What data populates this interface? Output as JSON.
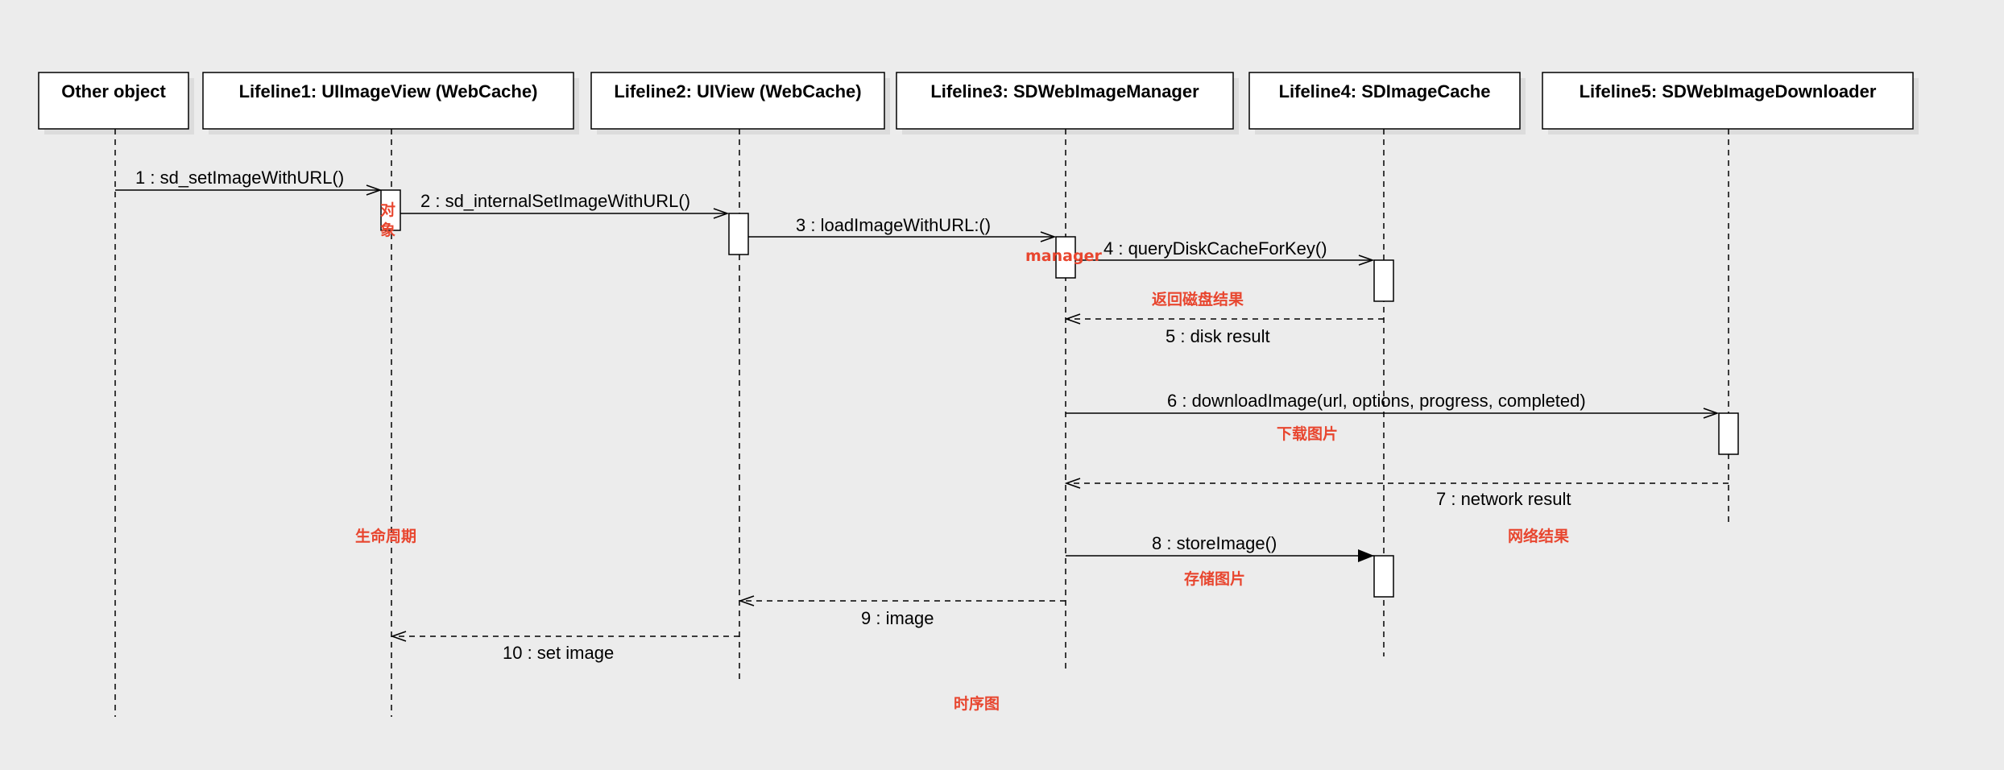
{
  "lifelines": [
    {
      "id": "other",
      "label": "Other object"
    },
    {
      "id": "l1",
      "label": "Lifeline1: UIImageView (WebCache)"
    },
    {
      "id": "l2",
      "label": "Lifeline2: UIView (WebCache)"
    },
    {
      "id": "l3",
      "label": "Lifeline3: SDWebImageManager"
    },
    {
      "id": "l4",
      "label": "Lifeline4: SDImageCache"
    },
    {
      "id": "l5",
      "label": "Lifeline5: SDWebImageDownloader"
    }
  ],
  "messages": [
    {
      "id": "m1",
      "label": "1 : sd_setImageWithURL()",
      "from": "other",
      "to": "l1",
      "kind": "call"
    },
    {
      "id": "m2",
      "label": "2 : sd_internalSetImageWithURL()",
      "from": "l1",
      "to": "l2",
      "kind": "call"
    },
    {
      "id": "m3",
      "label": "3 : loadImageWithURL:()",
      "from": "l2",
      "to": "l3",
      "kind": "call"
    },
    {
      "id": "m4",
      "label": "4 : queryDiskCacheForKey()",
      "from": "l3",
      "to": "l4",
      "kind": "call"
    },
    {
      "id": "m5",
      "label": "5 : disk result",
      "from": "l4",
      "to": "l3",
      "kind": "return"
    },
    {
      "id": "m6",
      "label": "6 : downloadImage(url, options, progress, completed)",
      "from": "l3",
      "to": "l5",
      "kind": "call"
    },
    {
      "id": "m7",
      "label": "7 : network result",
      "from": "l5",
      "to": "l3",
      "kind": "return"
    },
    {
      "id": "m8",
      "label": "8 : storeImage()",
      "from": "l3",
      "to": "l4",
      "kind": "sync"
    },
    {
      "id": "m9",
      "label": "9 : image",
      "from": "l3",
      "to": "l2",
      "kind": "return"
    },
    {
      "id": "m10",
      "label": "10 : set image",
      "from": "l2",
      "to": "l1",
      "kind": "return"
    }
  ],
  "notes": {
    "object": "对象",
    "manager": "manager",
    "disk_return": "返回磁盘结果",
    "download": "下载图片",
    "network_result": "网络结果",
    "lifecycle": "生命周期",
    "store": "存储图片",
    "sequence_diagram": "时序图"
  },
  "colors": {
    "background": "#ececec",
    "note": "#e8462f",
    "line": "#000000",
    "box_fill": "#ffffff"
  }
}
